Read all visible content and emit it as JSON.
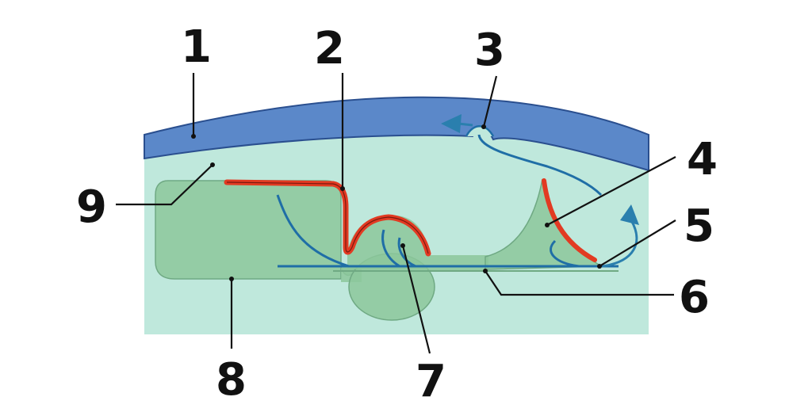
{
  "labels": {
    "n1": "1",
    "n2": "2",
    "n3": "3",
    "n4": "4",
    "n5": "5",
    "n6": "6",
    "n7": "7",
    "n8": "8",
    "n9": "9"
  },
  "colors": {
    "outer_band": "#5b88c9",
    "fluid": "#bfe8dc",
    "structure": "#8cc79b",
    "red_layer": "#e23a22",
    "blue_lines": "#1f6ea6",
    "arrows": "#2a7fae"
  }
}
